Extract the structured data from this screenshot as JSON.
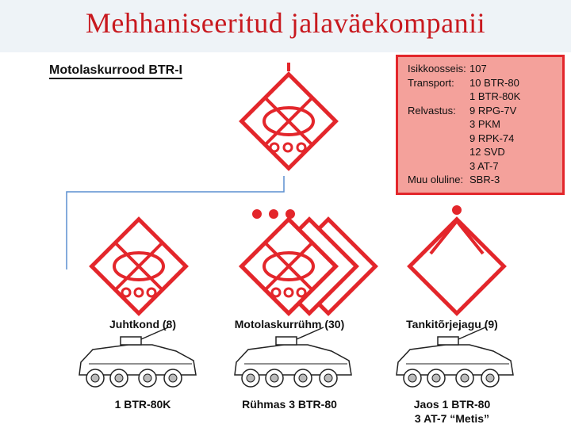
{
  "title": "Mehhaniseeritud jalaväekompanii",
  "subtitle": "Motolaskurrood BTR-I",
  "info_box": {
    "rows": [
      {
        "key": "Isikkoosseis:",
        "value": "107"
      },
      {
        "key": "Transport:",
        "value": "10 BTR-80"
      },
      {
        "key": "",
        "value": "1 BTR-80K"
      },
      {
        "key": "Relvastus:",
        "value": "9 RPG-7V"
      },
      {
        "key": "",
        "value": "3 PKM"
      },
      {
        "key": "",
        "value": "9 RPK-74"
      },
      {
        "key": "",
        "value": "12 SVD"
      },
      {
        "key": "",
        "value": "3 AT-7"
      },
      {
        "key": "Muu oluline:",
        "value": "SBR-3"
      }
    ]
  },
  "units": {
    "hq": {
      "label": "Juhtkond (8)",
      "vehicle": "1 BTR-80K"
    },
    "platoon": {
      "label": "Motolaskurrühm (30)",
      "vehicle": "Rühmas 3 BTR-80"
    },
    "antitank": {
      "label": "Tankitõrjejagu (9)",
      "vehicle_line1": "Jaos 1 BTR-80",
      "vehicle_line2": "3 AT-7 “Metis”"
    }
  },
  "colors": {
    "symbol": "#e3262b",
    "title": "#c8191f",
    "info_bg": "#f4a19b",
    "connector": "#5b8fd0"
  }
}
